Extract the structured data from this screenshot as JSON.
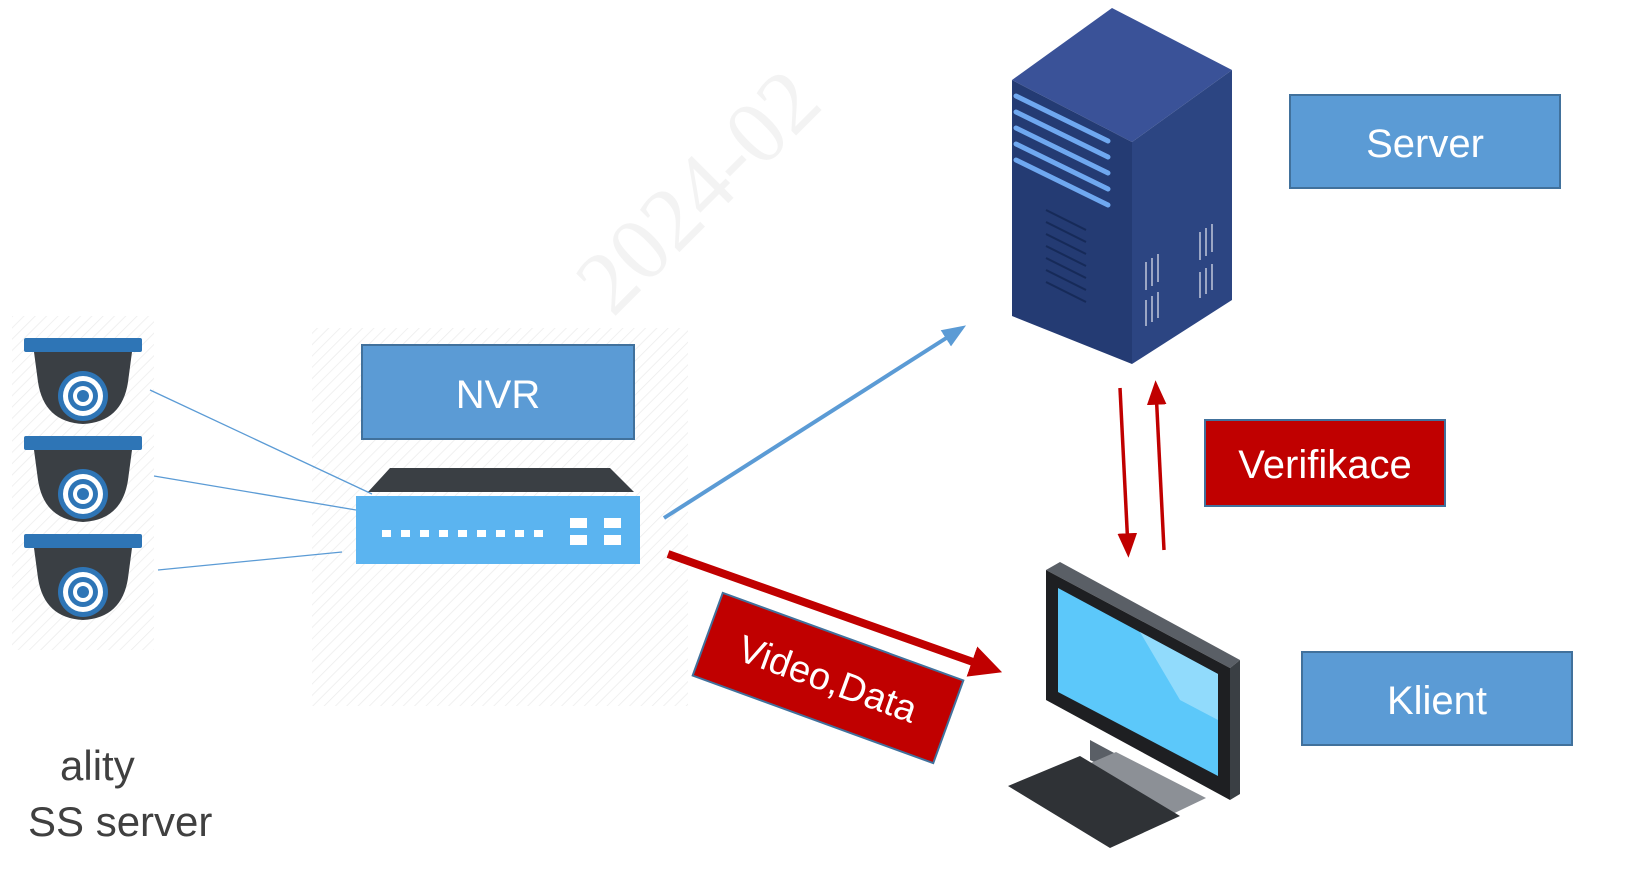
{
  "labels": {
    "server": "Server",
    "nvr": "NVR",
    "klient": "Klient",
    "verifikace": "Verifikace",
    "video_data": "Video,Data"
  },
  "watermark": "2024-02",
  "partial_text": [
    "ality",
    "SS server"
  ],
  "colors": {
    "label_blue": "#5B9BD5",
    "label_blue_border": "#41719C",
    "label_red": "#C00000",
    "arrow_blue": "#5B9BD5",
    "arrow_red": "#C00000",
    "camera_dark": "#3A3F44",
    "camera_blue": "#2E75B6",
    "server_dark": "#243B73",
    "server_light": "#6FA8F0",
    "monitor_screen": "#5CC8FA",
    "nvr_blue": "#5BB4F0"
  },
  "icons": [
    "camera-icon",
    "nvr-device-icon",
    "server-tower-icon",
    "monitor-icon"
  ]
}
